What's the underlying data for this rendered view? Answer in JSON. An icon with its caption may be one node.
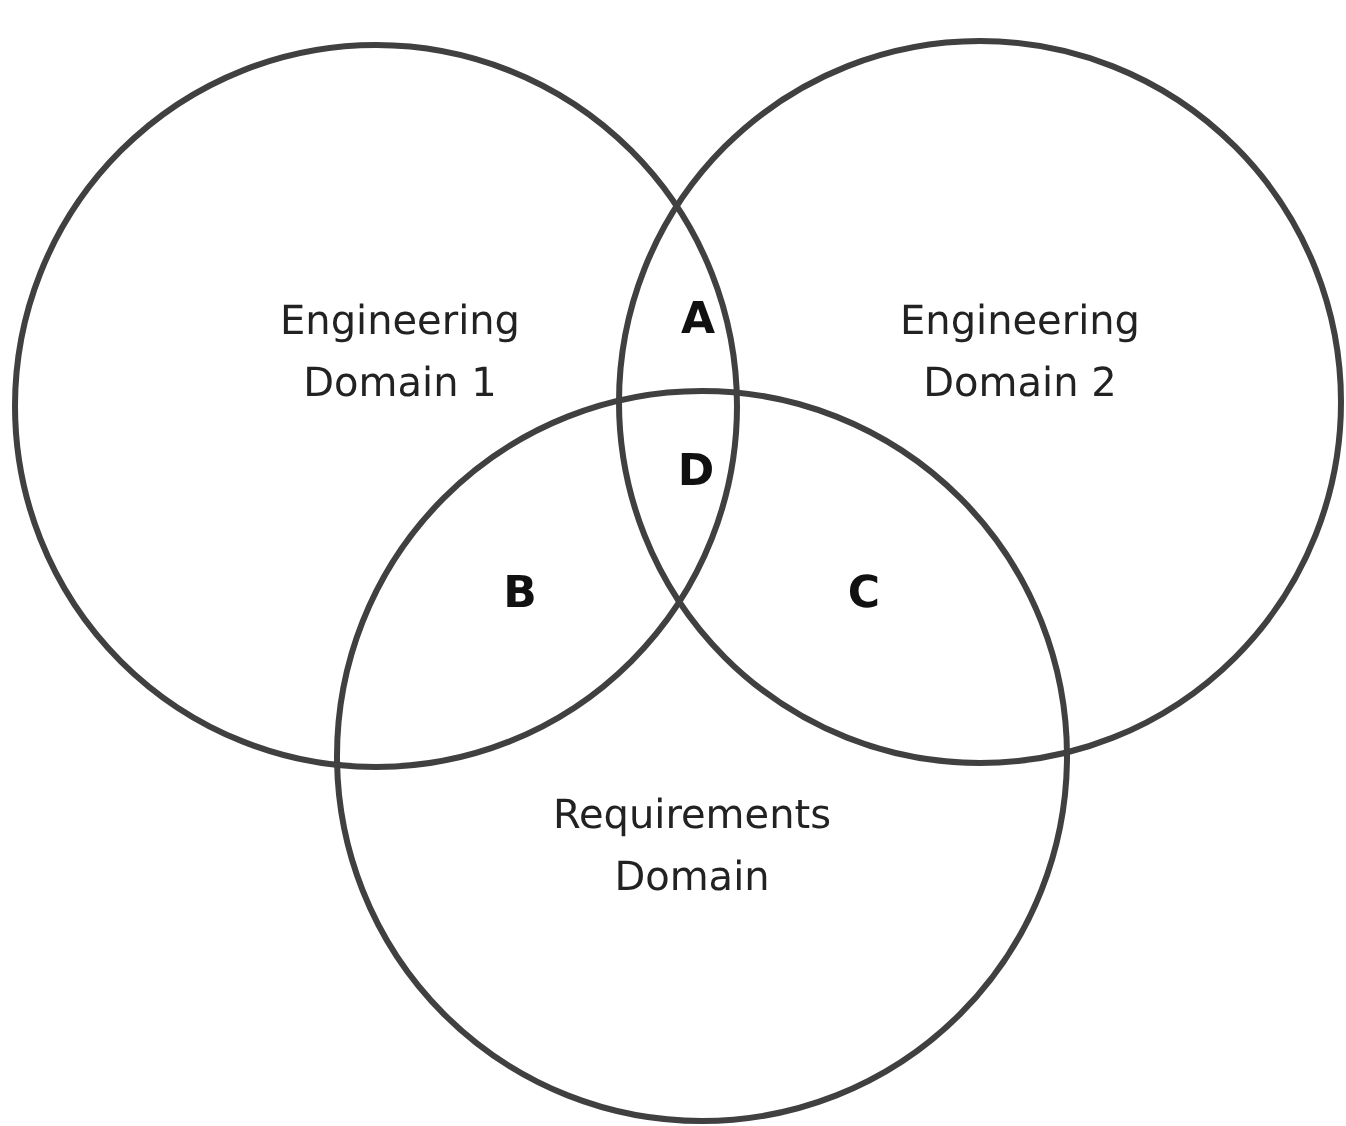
{
  "diagram": {
    "nodes": [
      {
        "text": [
          "Engineering Domain 1"
        ]
      },
      {
        "text": [
          "Engineering Domain 2"
        ]
      },
      {
        "text": [
          "Requirements Domain"
        ]
      }
    ],
    "labels": [
      "A",
      "D",
      "B",
      "C"
    ]
  }
}
